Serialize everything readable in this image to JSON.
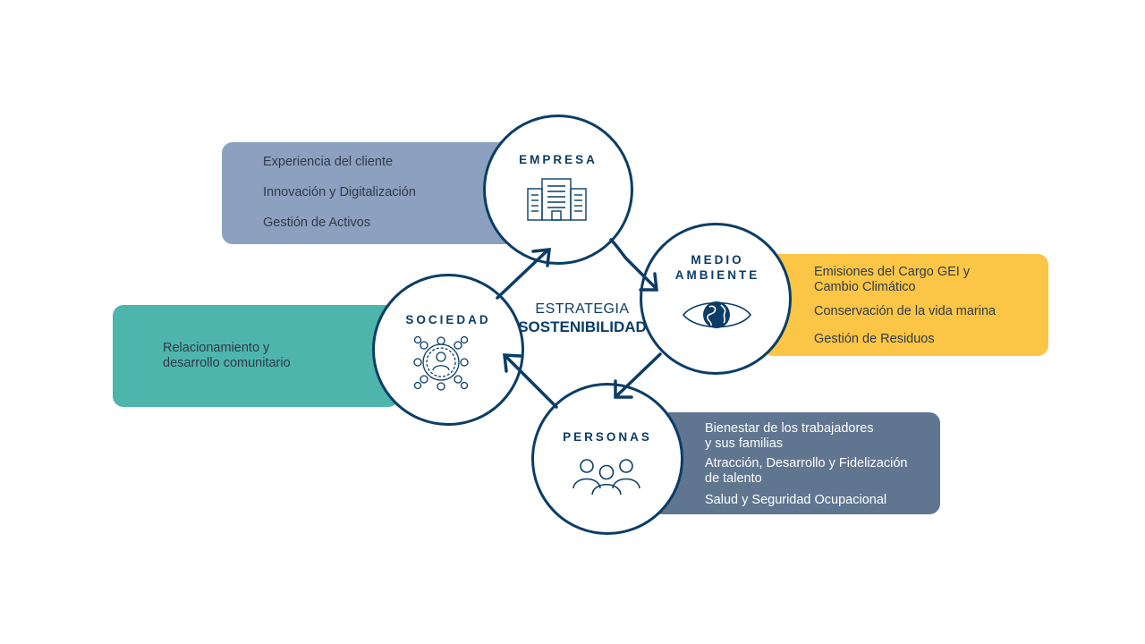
{
  "center": {
    "line1": "ESTRATEGIA",
    "line2": "SOSTENIBILIDAD"
  },
  "colors": {
    "navy": "#0b3d66",
    "empresa_panel": "#8ba1bf",
    "medio_ambiente_panel": "#fbc546",
    "sociedad_panel": "#4db5ab",
    "personas_panel": "#5f7590"
  },
  "pillars": {
    "empresa": {
      "title": "EMPRESA",
      "icon": "buildings-icon",
      "items": [
        "Experiencia del cliente",
        "Innovación y Digitalización",
        "Gestión de Activos"
      ]
    },
    "medio_ambiente": {
      "title_line1": "MEDIO",
      "title_line2": "AMBIENTE",
      "icon": "eye-globe-icon",
      "items": [
        "Emisiones del Cargo GEI  y\nCambio Climático",
        "Conservación de la vida marina",
        "Gestión de Residuos"
      ]
    },
    "sociedad": {
      "title": "SOCIEDAD",
      "icon": "community-network-icon",
      "items": [
        "Relacionamiento y\ndesarrollo comunitario"
      ]
    },
    "personas": {
      "title": "PERSONAS",
      "icon": "people-group-icon",
      "items": [
        "Bienestar de los trabajadores\ny sus familias",
        "Atracción, Desarrollo y Fidelización\nde talento",
        "Salud y Seguridad Ocupacional"
      ]
    }
  }
}
